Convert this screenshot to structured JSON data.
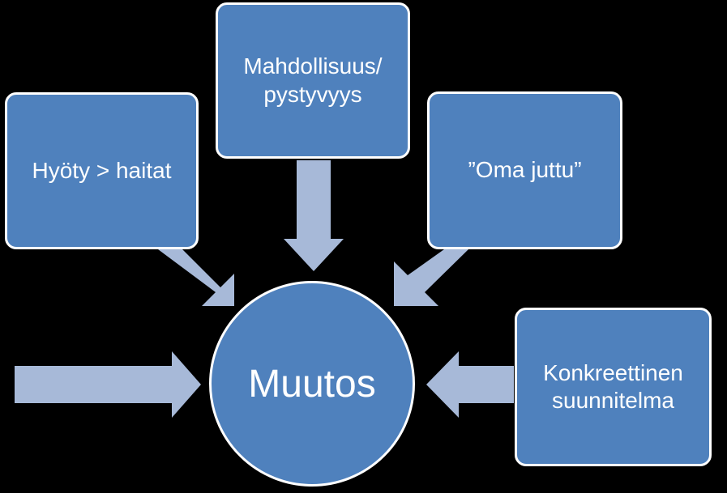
{
  "diagram": {
    "center_label": "Muutos",
    "nodes": [
      {
        "id": "top",
        "label": "Mahdollisuus/\npystyvyys"
      },
      {
        "id": "left",
        "label": "Hyöty > haitat"
      },
      {
        "id": "right",
        "label": "”Oma juttu”"
      },
      {
        "id": "bottom-right",
        "label": "Konkreettinen\nsuunnitelma"
      }
    ]
  },
  "colors": {
    "background": "#000000",
    "node_fill": "#4f81bd",
    "node_border": "#ffffff",
    "arrow_fill": "#a7b9d8",
    "text": "#ffffff"
  }
}
